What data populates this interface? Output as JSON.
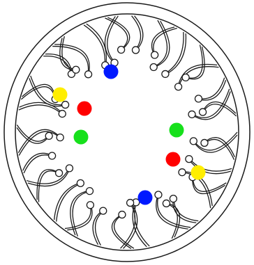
{
  "colors": {
    "background": "#ffffff",
    "stroke": "#1a1a1a",
    "blue": "#0019ff",
    "red": "#ff0000",
    "green": "#17e01c",
    "yellow": "#ffee00"
  },
  "molecules": [
    {
      "color": "blue"
    },
    {
      "color": "yellow"
    },
    {
      "color": "red"
    },
    {
      "color": "green"
    },
    {
      "color": "green"
    },
    {
      "color": "red"
    },
    {
      "color": "yellow"
    },
    {
      "color": "blue"
    }
  ]
}
